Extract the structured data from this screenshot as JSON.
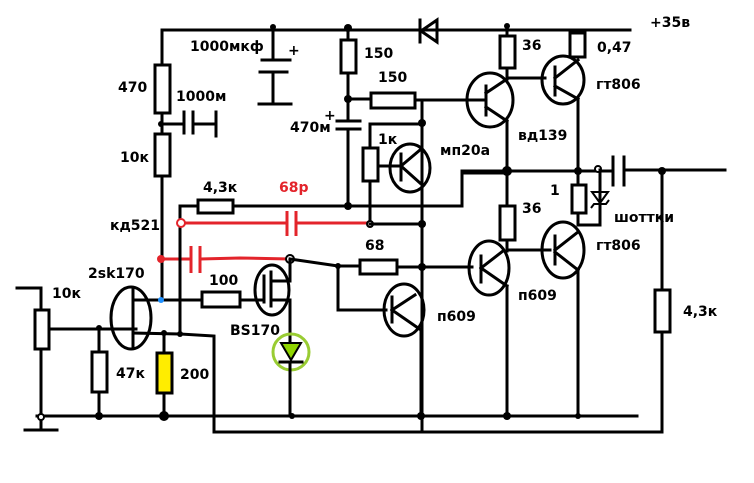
{
  "title": "Усилитель мощности — принципиальная схема",
  "supply": {
    "label": "+35в"
  },
  "colors": {
    "wire": "#000000",
    "feedback": "#e3242b",
    "highlight_resistor": "#ffed00",
    "highlight_led": "#99cc33",
    "led_fill": "#8fd400"
  },
  "components": {
    "r_470": "470",
    "c_1000m": "1000м",
    "r_10k_top": "10к",
    "d_kd521": "кд521",
    "c_1000mkf": "1000мкф",
    "r_150_v": "150",
    "r_150_h": "150",
    "c_470m": "470м",
    "r_1k": "1к",
    "q_mp20a": "мп20а",
    "r_43k_fb": "4,3к",
    "c_68p": "68р",
    "r_68": "68",
    "q_p609_a": "п609",
    "q_p609_b": "п609",
    "r_36_top": "36",
    "r_036": "0,47",
    "q_gt806_top": "гт806",
    "q_vd139": "вд139",
    "r_36_mid": "36",
    "r_1": "1",
    "d_schottky": "шоттки",
    "q_gt806_bot": "гт806",
    "r_43k_load": "4,3к",
    "q_2sk170": "2sk170",
    "pot_10k": "10к",
    "r_100": "100",
    "q_bs170": "BS170",
    "r_47k": "47к",
    "r_200": "200",
    "plus_sign": "+"
  }
}
